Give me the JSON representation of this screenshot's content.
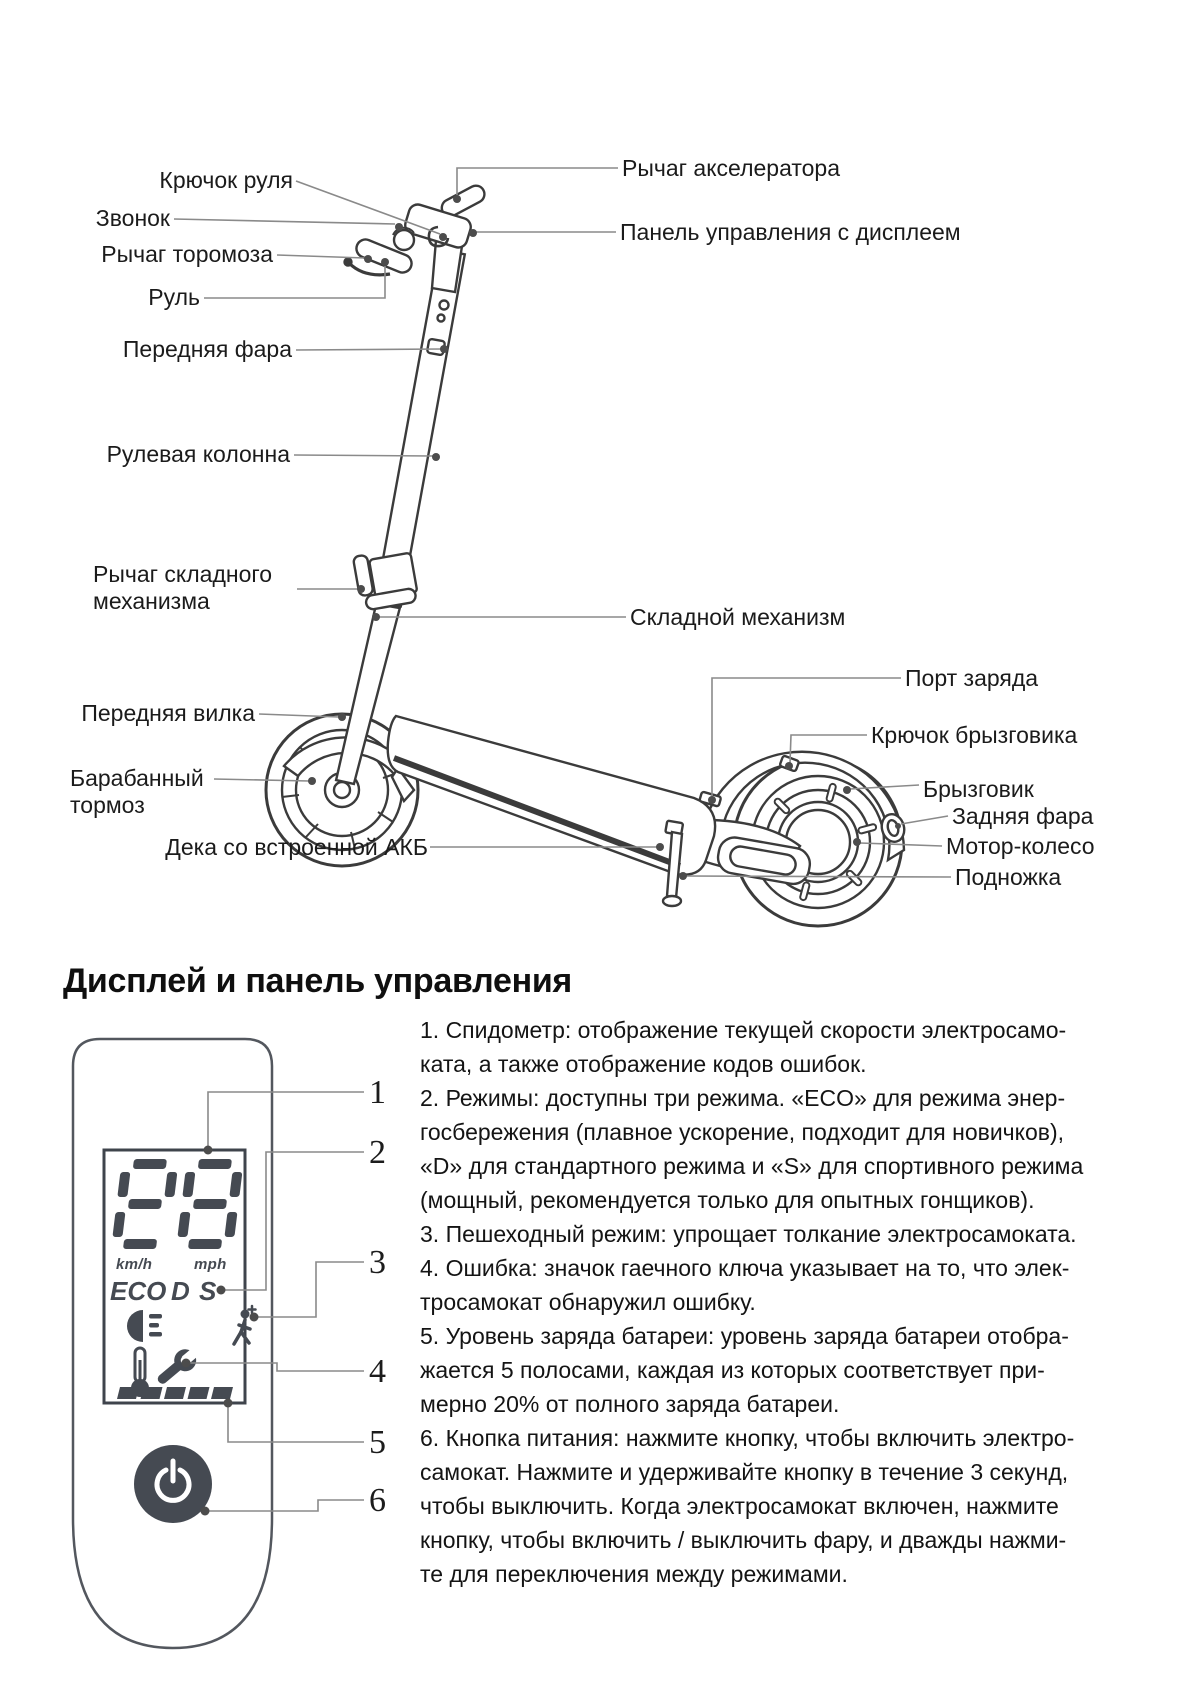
{
  "diagram": {
    "labels": {
      "hook": "Крючок руля",
      "bell": "Звонок",
      "brake_lever": "Рычаг торомоза",
      "handlebar": "Руль",
      "headlight": "Передняя фара",
      "steering_column": "Рулевая колонна",
      "folding_lever": "Рычаг складного механизма",
      "front_fork": "Передняя вилка",
      "drum_brake": "Барабанный тормоз",
      "deck": "Дека со встроенной АКБ",
      "throttle": "Рычаг акселератора",
      "control_panel": "Панель управления с дисплеем",
      "folding_mechanism": "Складной механизм",
      "charge_port": "Порт заряда",
      "fender_hook": "Крючок брызговика",
      "fender": "Брызговик",
      "rear_light": "Задняя фара",
      "motor_wheel": "Мотор-колесо",
      "kickstand": "Подножка"
    }
  },
  "display_section": {
    "heading": "Дисплей и панель управления",
    "panel": {
      "unit_kmh": "km/h",
      "unit_mph": "mph",
      "mode_eco": "ECO",
      "mode_d": "D",
      "mode_s": "S"
    },
    "callout_numbers": [
      "1",
      "2",
      "3",
      "4",
      "5",
      "6"
    ],
    "description_lines": [
      "1. Спидометр: отображение текущей скорости электросамо-",
      "ката, а также отображение кодов ошибок.",
      "2. Режимы: доступны три режима. «ECO» для режима энер-",
      "госбережения (плавное ускорение, подходит для новичков),",
      "«D» для стандартного режима и «S» для спортивного режима",
      "(мощный, рекомендуется только для опытных гонщиков).",
      "3. Пешеходный режим: упрощает толкание электросамоката.",
      "4. Ошибка: значок гаечного ключа указывает на то, что элек-",
      "тросамокат обнаружил ошибку.",
      "5. Уровень заряда батареи: уровень заряда батареи отобра-",
      "жается 5 полосами, каждая из которых соответствует при-",
      "мерно 20% от полного заряда батареи.",
      "6. Кнопка питания: нажмите кнопку, чтобы включить электро-",
      "самокат. Нажмите и удерживайте кнопку в течение 3 секунд,",
      "чтобы выключить. Когда электросамокат включен, нажмите",
      "кнопку, чтобы включить / выключить фару, и дважды нажми-",
      "те для переключения между режимами."
    ]
  },
  "colors": {
    "display_element": "#454a52",
    "line_art": "#3b3b3b",
    "leader_line": "#8a8a8a",
    "text": "#1b1b1b"
  }
}
